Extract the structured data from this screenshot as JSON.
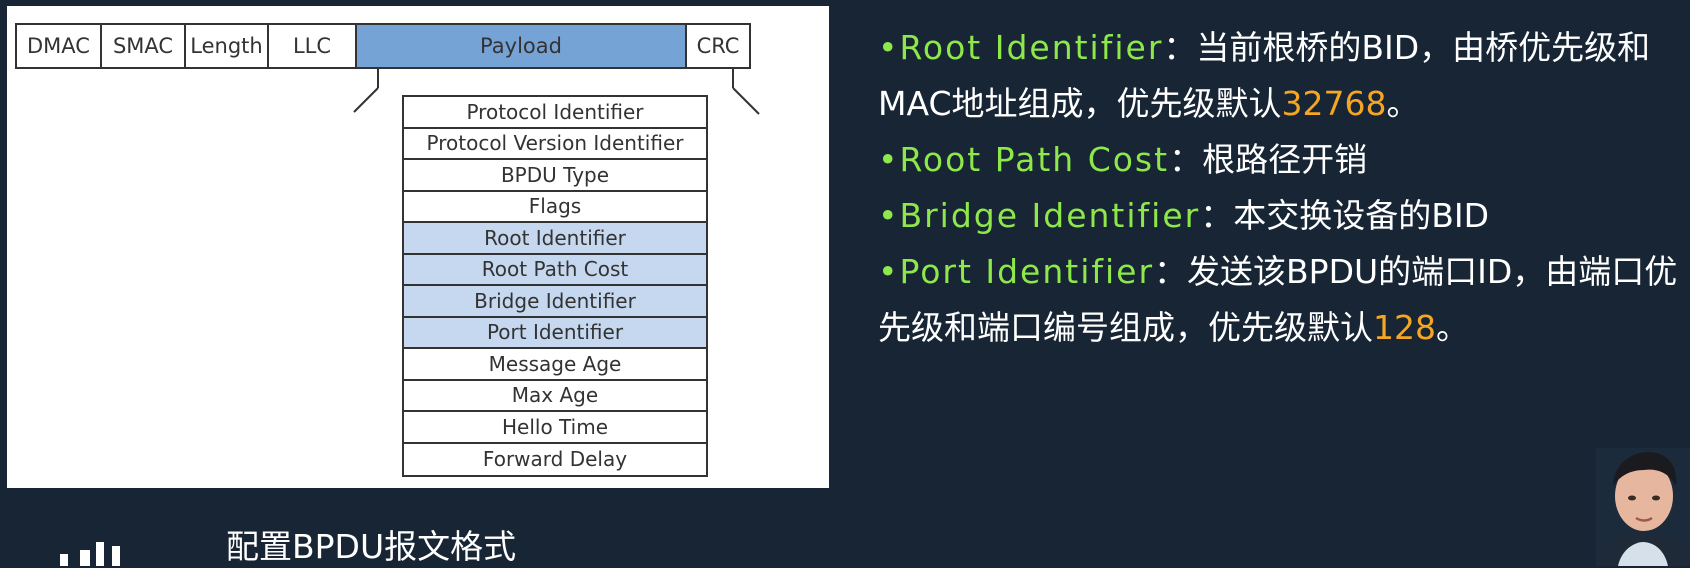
{
  "frame": {
    "fields": [
      {
        "label": "DMAC",
        "highlight": false
      },
      {
        "label": "SMAC",
        "highlight": false
      },
      {
        "label": "Length",
        "highlight": false
      },
      {
        "label": "LLC",
        "highlight": false
      },
      {
        "label": "Payload",
        "highlight": true
      },
      {
        "label": "CRC",
        "highlight": false
      }
    ]
  },
  "bpdu": {
    "fields": [
      {
        "label": "Protocol Identifier",
        "highlight": false
      },
      {
        "label": "Protocol Version Identifier",
        "highlight": false
      },
      {
        "label": "BPDU Type",
        "highlight": false
      },
      {
        "label": "Flags",
        "highlight": false
      },
      {
        "label": "Root Identifier",
        "highlight": true
      },
      {
        "label": "Root Path Cost",
        "highlight": true
      },
      {
        "label": "Bridge Identifier",
        "highlight": true
      },
      {
        "label": "Port Identifier",
        "highlight": true
      },
      {
        "label": "Message Age",
        "highlight": false
      },
      {
        "label": "Max Age",
        "highlight": false
      },
      {
        "label": "Hello Time",
        "highlight": false
      },
      {
        "label": "Forward Delay",
        "highlight": false
      }
    ]
  },
  "caption": "配置BPDU报文格式",
  "description": [
    {
      "term": "•Root Identifier",
      "parts": [
        {
          "t": "：当前根桥的BID，由桥优先级和MAC地址组成，优先级默认"
        },
        {
          "t": "32768",
          "num": true
        },
        {
          "t": "。"
        }
      ]
    },
    {
      "term": "•Root Path Cost",
      "parts": [
        {
          "t": "：根路径开销"
        }
      ]
    },
    {
      "term": "•Bridge Identifier",
      "parts": [
        {
          "t": "：本交换设备的BID"
        }
      ]
    },
    {
      "term": "•Port Identifier",
      "parts": [
        {
          "t": "：发送该BPDU的端口ID，由端口优先级和端口编号组成，优先级默认"
        },
        {
          "t": "128",
          "num": true
        },
        {
          "t": "。"
        }
      ]
    }
  ],
  "colors": {
    "background": "#172535",
    "term": "#8ee84a",
    "number": "#f5a623",
    "payload_fill": "#75a3d6",
    "bpdu_highlight_fill": "#c5d8ef"
  }
}
